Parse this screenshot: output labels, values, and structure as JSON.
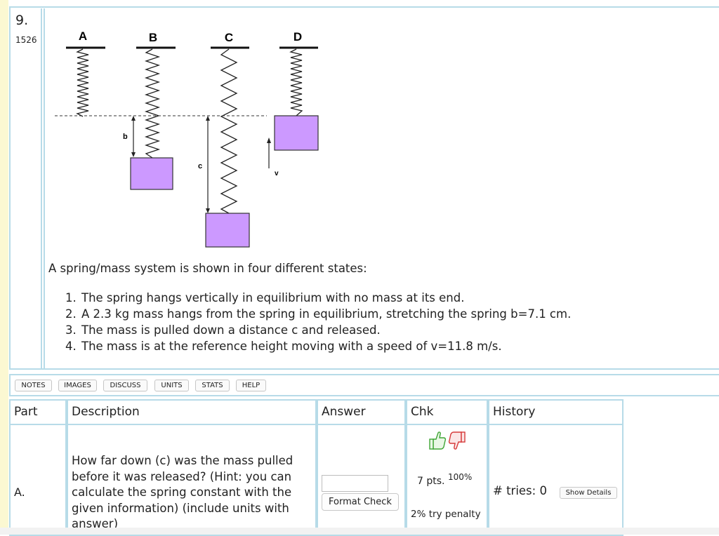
{
  "question": {
    "number": "9.",
    "id": "1526",
    "diagram": {
      "state_labels": [
        "A",
        "B",
        "C",
        "D"
      ],
      "dimension_labels": {
        "b": "b",
        "c": "c",
        "v": "v"
      },
      "colors": {
        "mass_fill": "#cc99ff",
        "mass_stroke": "#333333",
        "spring": "#222222"
      }
    },
    "intro": "A spring/mass system is shown in four different states:",
    "states": [
      "The spring hangs vertically in equilibrium with no mass at its end.",
      "A 2.3 kg mass hangs from the spring in equilibrium, stretching the spring b=7.1 cm.",
      "The mass is pulled down a distance c and released.",
      "The mass is at the reference height moving with a speed of v=11.8 m/s."
    ]
  },
  "toolbar": {
    "buttons": [
      "NOTES",
      "IMAGES",
      "DISCUSS",
      "UNITS",
      "STATS",
      "HELP"
    ]
  },
  "table": {
    "headers": {
      "part": "Part",
      "description": "Description",
      "answer": "Answer",
      "chk": "Chk",
      "history": "History"
    },
    "rows": [
      {
        "part": "A.",
        "description": "How far down (c) was the mass pulled before it was released? (Hint: you can calculate the spring constant with the given information) (include units with answer)",
        "answer_value": "",
        "format_check_label": "Format Check",
        "points": "7 pts.",
        "percent": "100%",
        "penalty": "2% try penalty",
        "tries": "# tries: 0",
        "show_details_label": "Show Details",
        "icons": [
          "thumbs-up-icon",
          "thumbs-down-icon"
        ]
      }
    ]
  },
  "colors": {
    "border": "#b7dbe8",
    "left_strip": "#fbf8d2",
    "thumb_up": "#3fa535",
    "thumb_down": "#d63a3a"
  }
}
